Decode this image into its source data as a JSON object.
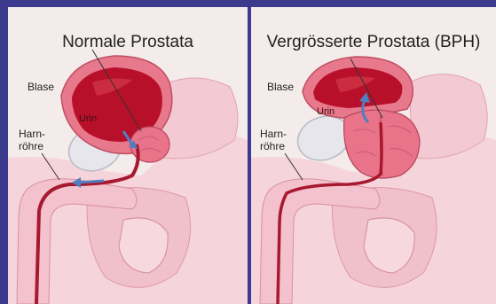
{
  "left_panel": {
    "title": "Normale Prostata",
    "labels": {
      "bladder": "Blase",
      "urine": "Urin",
      "urethra_line1": "Harn-",
      "urethra_line2": "röhre"
    }
  },
  "right_panel": {
    "title": "Vergrösserte Prostata (BPH)",
    "labels": {
      "bladder": "Blase",
      "urine": "Urin",
      "urethra_line1": "Harn-",
      "urethra_line2": "röhre"
    }
  },
  "colors": {
    "frame": "#3b3a8c",
    "panel_bg": "#f4ecea",
    "tissue": "#f2c6cf",
    "tissue_dark": "#d98a99",
    "bladder_wall": "#e06a80",
    "urine": "#b8102a",
    "prostate": "#e9748a",
    "bone": "#e6e6ec",
    "arrow": "#4f7fc0"
  }
}
